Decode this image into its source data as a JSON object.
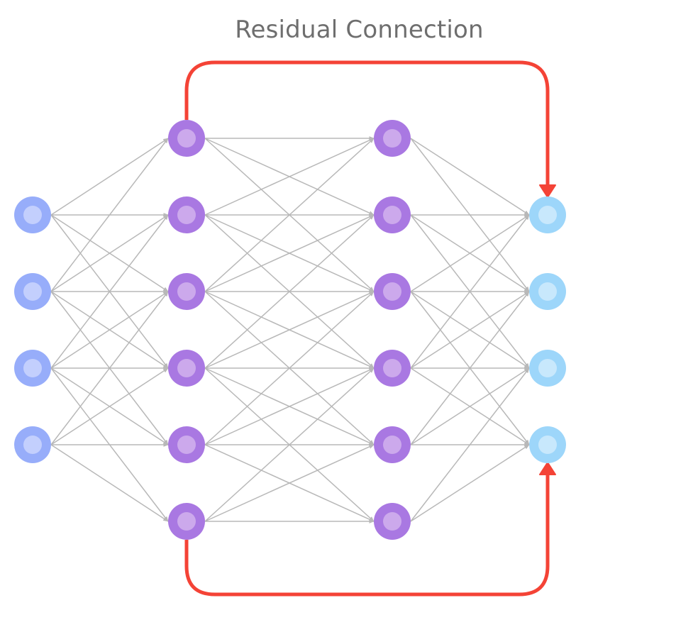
{
  "title": "Residual Connection",
  "colors": {
    "edge": "#b8b8b8",
    "residual": "#f44336",
    "input_outer": "#97adfa",
    "input_inner": "#c3cffd",
    "hidden_outer": "#a978e2",
    "hidden_inner": "#cca9ec",
    "output_outer": "#9dd6fa",
    "output_inner": "#c8e8fc"
  },
  "layers": [
    {
      "name": "input",
      "rows": [
        2,
        3,
        4,
        5
      ]
    },
    {
      "name": "hidden-1",
      "rows": [
        1,
        2,
        3,
        4,
        5,
        6
      ]
    },
    {
      "name": "hidden-2",
      "rows": [
        1,
        2,
        3,
        4,
        5,
        6
      ]
    },
    {
      "name": "output",
      "rows": [
        2,
        3,
        4,
        5
      ]
    }
  ],
  "connectivity": {
    "type": "local",
    "max_row_distance": 2
  },
  "residual_connections": [
    {
      "from": {
        "layer": "hidden-1",
        "row": 1
      },
      "to": {
        "layer": "output",
        "row": 2
      },
      "route": "over-top"
    },
    {
      "from": {
        "layer": "hidden-1",
        "row": 6
      },
      "to": {
        "layer": "output",
        "row": 5
      },
      "route": "under-bottom"
    }
  ]
}
